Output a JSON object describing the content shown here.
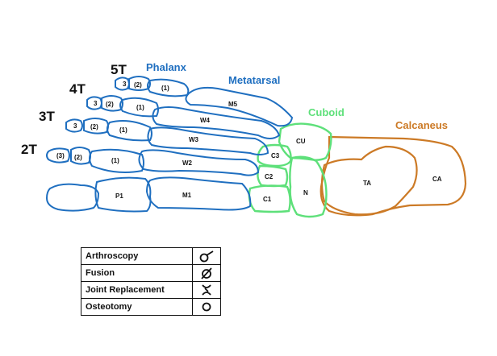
{
  "groups": {
    "phalanx": "Phalanx",
    "metatarsal": "Metatarsal",
    "cuboid": "Cuboid",
    "calcaneus": "Calcaneus"
  },
  "colors": {
    "phalanx_metatarsal": "#1f6fc0",
    "midfoot": "#5ee07a",
    "hindfoot": "#cc7a26"
  },
  "toes": {
    "t5": "5T",
    "t4": "4T",
    "t3": "3T",
    "t2": "2T"
  },
  "phalanx_labels": {
    "t5": [
      "3",
      "(2)",
      "(1)"
    ],
    "t4": [
      "3",
      "(2)",
      "(1)"
    ],
    "t3": [
      "3",
      "(2)",
      "(1)"
    ],
    "t2": [
      "(3)",
      "(2)",
      "(1)"
    ]
  },
  "bones": {
    "p1": "P1",
    "m1": "M1",
    "m2": "W2",
    "m3": "W3",
    "m4": "W4",
    "m5": "M5",
    "cu": "CU",
    "c1": "C1",
    "c2": "C2",
    "c3": "C3",
    "n": "N",
    "ta": "TA",
    "ca": "CA"
  },
  "legend": [
    {
      "label": "Arthroscopy",
      "icon": "arthroscopy-icon"
    },
    {
      "label": "Fusion",
      "icon": "fusion-icon"
    },
    {
      "label": "Joint Replacement",
      "icon": "joint-replacement-icon"
    },
    {
      "label": "Osteotomy",
      "icon": "osteotomy-icon"
    }
  ]
}
